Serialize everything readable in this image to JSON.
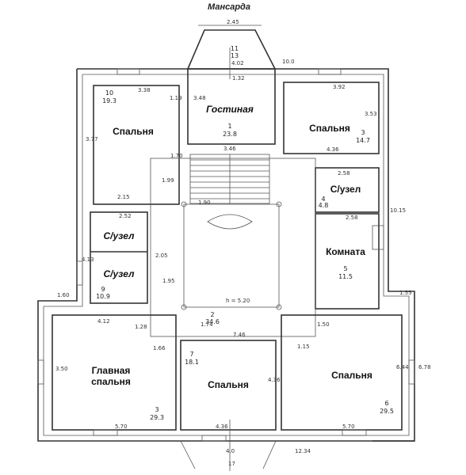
{
  "title": "Мансарда",
  "rooms": {
    "living": {
      "name": "Гостиная",
      "num": "1",
      "area": "23.8"
    },
    "bed_top_left": {
      "name": "Спальня",
      "num": "10",
      "area": "19.3"
    },
    "bed_top_right": {
      "name": "Спальня",
      "num": "3",
      "area": "14.7"
    },
    "wc_right": {
      "name": "С/узел",
      "num": "4",
      "area": "4.8"
    },
    "wc_left_1": {
      "name": "С/узел"
    },
    "wc_left_2": {
      "name": "С/узел",
      "num": "9",
      "area": "10.9"
    },
    "room_right": {
      "name": "Комната",
      "num": "5",
      "area": "11.5"
    },
    "main_bed": {
      "name": "Главная",
      "name2": "спальня",
      "num": "3",
      "area": "29.3"
    },
    "bed_bottom_mid": {
      "name": "Спальня",
      "num": "7",
      "area": "18.1"
    },
    "bed_bottom_right": {
      "name": "Спальня",
      "num": "6",
      "area": "29.5"
    },
    "hall": {
      "num": "2",
      "area": "34.6",
      "height": "h = 5.20"
    },
    "bay": {
      "num": "11",
      "area": "13"
    }
  },
  "dims": {
    "top_bay": "2.45",
    "bay_width": "4.02",
    "d_132": "1.32",
    "d_368": "3.48",
    "d_100": "10.0",
    "d_338": "3.38",
    "d_119": "1.19",
    "d_392": "3.92",
    "d_353": "3.53",
    "d_377": "3.77",
    "d_436": "4.36",
    "d_170": "1.70",
    "d_346": "3.46",
    "d_215": "2.15",
    "d_199": "1.99",
    "d_258a": "2.58",
    "d_258b": "2.58",
    "d_252": "2.52",
    "d_190": "1.90",
    "d_1015": "10.15",
    "d_413": "4.13",
    "d_205": "2.05",
    "d_195": "1.95",
    "d_160": "1.60",
    "d_412": "4.12",
    "d_128": "1.28",
    "d_174": "1.74",
    "d_746": "7.46",
    "d_115": "1.15",
    "d_150": "1.50",
    "d_155": "1.55",
    "d_166": "1.66",
    "d_350": "3.50",
    "d_436b": "4.36",
    "d_644": "6.44",
    "d_678": "6.78",
    "d_570a": "5.70",
    "d_570b": "5.70",
    "d_436c": "4.36",
    "d_400": "4.0",
    "d_1234": "12.34",
    "d_17": "17"
  }
}
